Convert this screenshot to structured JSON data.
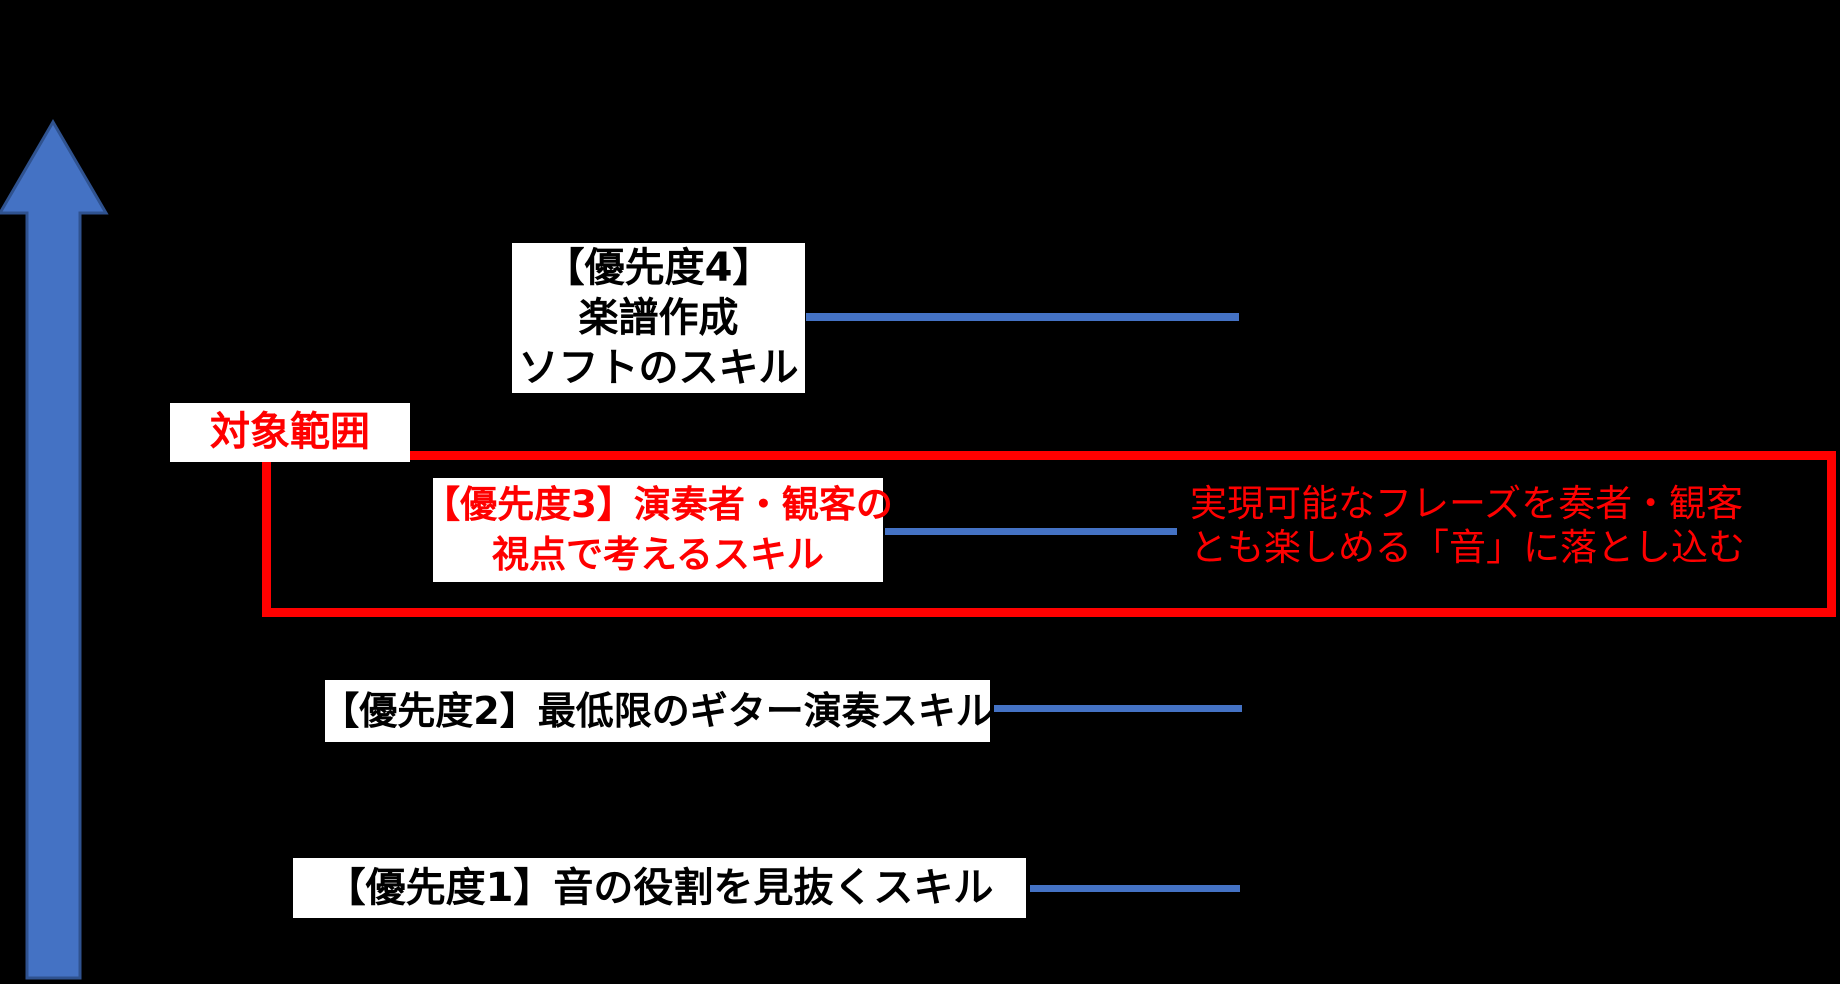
{
  "scope": {
    "label": "対象範囲"
  },
  "boxes": {
    "p4": {
      "line1": "【優先度4】",
      "line2": "楽譜作成",
      "line3": "ソフトのスキル"
    },
    "p3": {
      "line1": "【優先度3】演奏者・観客の",
      "line2": "視点で考えるスキル"
    },
    "p2": {
      "line1": "【優先度2】最低限のギター演奏スキル"
    },
    "p1": {
      "line1": "【優先度1】音の役割を見抜くスキル"
    }
  },
  "annotation": {
    "line1": "実現可能なフレーズを奏者・観客",
    "line2": "とも楽しめる「音」に落とし込む"
  },
  "colors": {
    "background": "#000000",
    "connector_blue": "#4472C4",
    "arrow_fill": "#4472C4",
    "arrow_border": "#2F528F",
    "highlight_red": "#FF0000",
    "box_background": "#FFFFFF",
    "box_text_black": "#000000"
  }
}
